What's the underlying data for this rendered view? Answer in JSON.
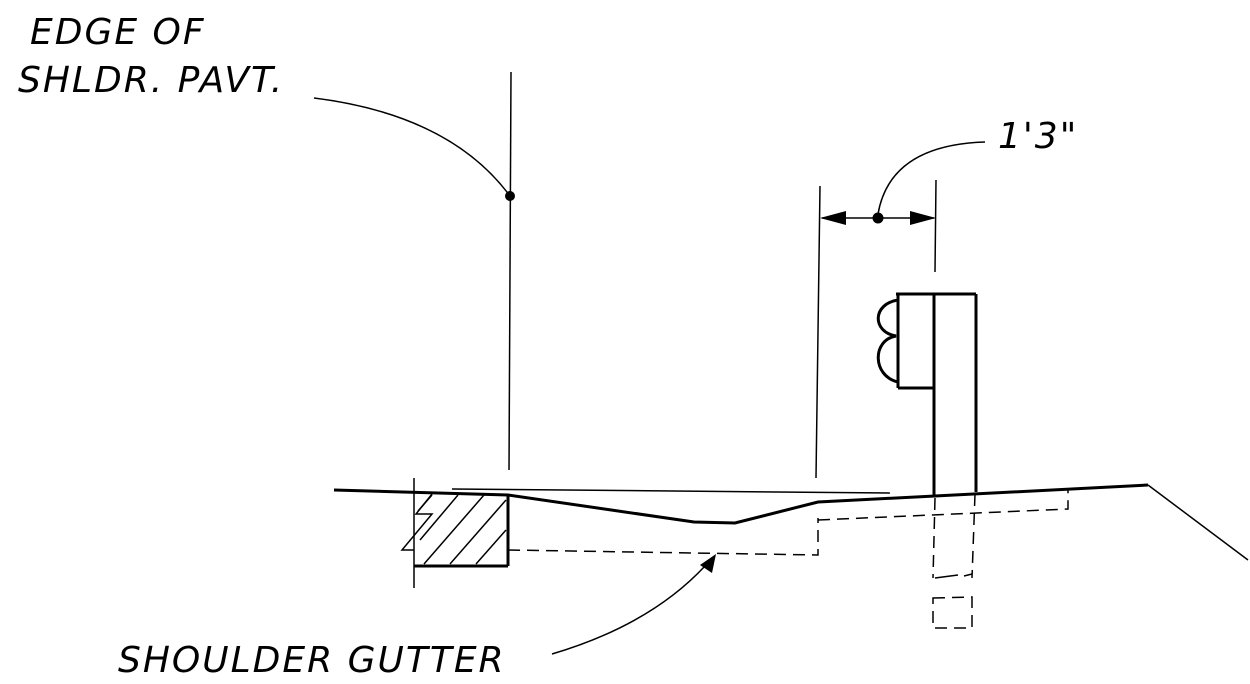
{
  "labels": {
    "edge_line1": "EDGE OF",
    "edge_line2": "SHLDR. PAVT.",
    "dimension": "1'3\"",
    "gutter": "SHOULDER GUTTER"
  },
  "colors": {
    "ink": "#000000",
    "background": "#ffffff"
  }
}
